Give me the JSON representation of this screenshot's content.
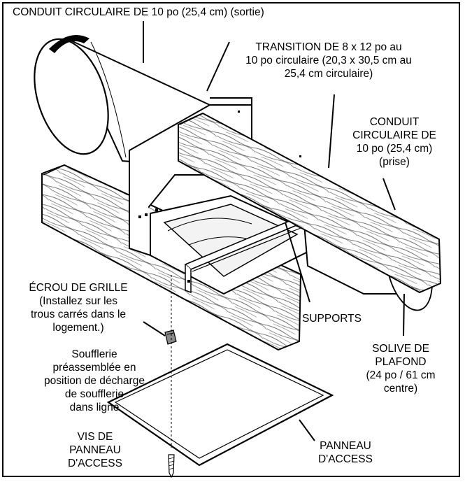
{
  "labels": {
    "conduit_outlet": "CONDUIT CIRCULAIRE DE 10 po (25,4 cm) (sortie)",
    "transition": [
      "TRANSITION DE 8 x 12 po au",
      "10 po circulaire (20,3 x 30,5 cm au",
      "25,4 cm circulaire)"
    ],
    "conduit_inlet": [
      "CONDUIT",
      "CIRCULAIRE DE",
      "10 po (25,4 cm)",
      "(prise)"
    ],
    "grille_nut": [
      "ÉCROU DE GRILLE",
      "(Installez sur les",
      "trous carrés dans le",
      "logement.)"
    ],
    "supports": "SUPPORTS",
    "blower": [
      "Soufflerie",
      "préassemblée en",
      "position de décharge",
      "de soufflerie",
      "dans ligne"
    ],
    "ceiling_joist": [
      "SOLIVE DE",
      "PLAFOND",
      "(24 po / 61 cm",
      "centre)"
    ],
    "access_panel_screw": [
      "VIS DE",
      "PANNEAU",
      "D'ACCESS"
    ],
    "access_panel": [
      "PANNEAU",
      "D'ACCESS"
    ]
  }
}
